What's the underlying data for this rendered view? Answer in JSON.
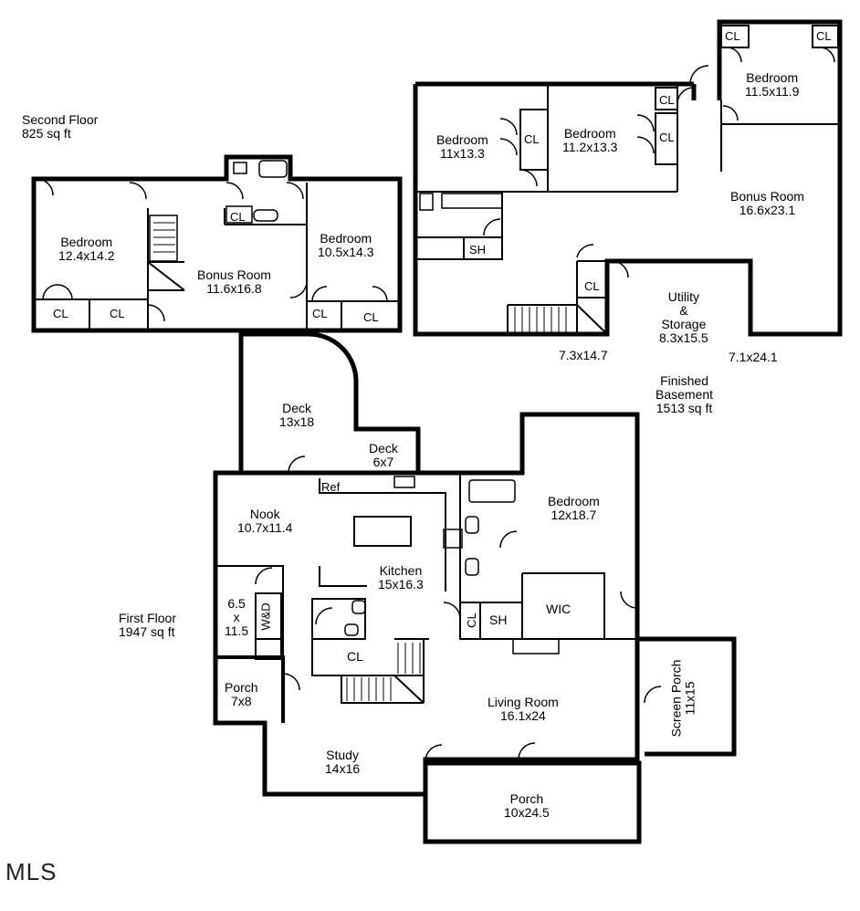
{
  "floors": {
    "second": {
      "name": "Second Floor",
      "area": "825 sq ft"
    },
    "basement": {
      "name": "Finished",
      "name2": "Basement",
      "area": "1513 sq ft"
    },
    "first": {
      "name": "First Floor",
      "area": "1947 sq ft"
    }
  },
  "second_floor": {
    "bedroom_left": {
      "name": "Bedroom",
      "size": "12.4x14.2"
    },
    "bonus": {
      "name": "Bonus Room",
      "size": "11.6x16.8"
    },
    "bedroom_right": {
      "name": "Bedroom",
      "size": "10.5x14.3"
    },
    "cl": "CL"
  },
  "basement": {
    "bedroom1": {
      "name": "Bedroom",
      "size": "11x13.3"
    },
    "bedroom2": {
      "name": "Bedroom",
      "size": "11.2x13.3"
    },
    "bedroom3": {
      "name": "Bedroom",
      "size": "11.5x11.9"
    },
    "bonus": {
      "name": "Bonus Room",
      "size": "16.6x23.1"
    },
    "utility": {
      "name1": "Utility",
      "name2": "&",
      "name3": "Storage",
      "size": "8.3x15.5"
    },
    "dim1": "7.3x14.7",
    "dim2": "7.1x24.1",
    "sh": "SH",
    "cl": "CL"
  },
  "first_floor": {
    "deck_big": {
      "name": "Deck",
      "size": "13x18"
    },
    "deck_small": {
      "name": "Deck",
      "size": "6x7"
    },
    "nook": {
      "name": "Nook",
      "size": "10.7x11.4"
    },
    "ref": "Ref",
    "kitchen": {
      "name": "Kitchen",
      "size": "15x16.3"
    },
    "bedroom": {
      "name": "Bedroom",
      "size": "12x18.7"
    },
    "laundry": {
      "l1": "6.5",
      "l2": "x",
      "l3": "11.5",
      "wd": "W&D"
    },
    "cl": "CL",
    "sh": "SH",
    "wic": "WIC",
    "porch_small": {
      "name": "Porch",
      "size": "7x8"
    },
    "living": {
      "name": "Living Room",
      "size": "16.1x24"
    },
    "study": {
      "name": "Study",
      "size": "14x16"
    },
    "porch": {
      "name": "Porch",
      "size": "10x24.5"
    },
    "screen_porch": {
      "name": "Screen Porch",
      "size": "11x15"
    }
  },
  "watermark": "MLS"
}
